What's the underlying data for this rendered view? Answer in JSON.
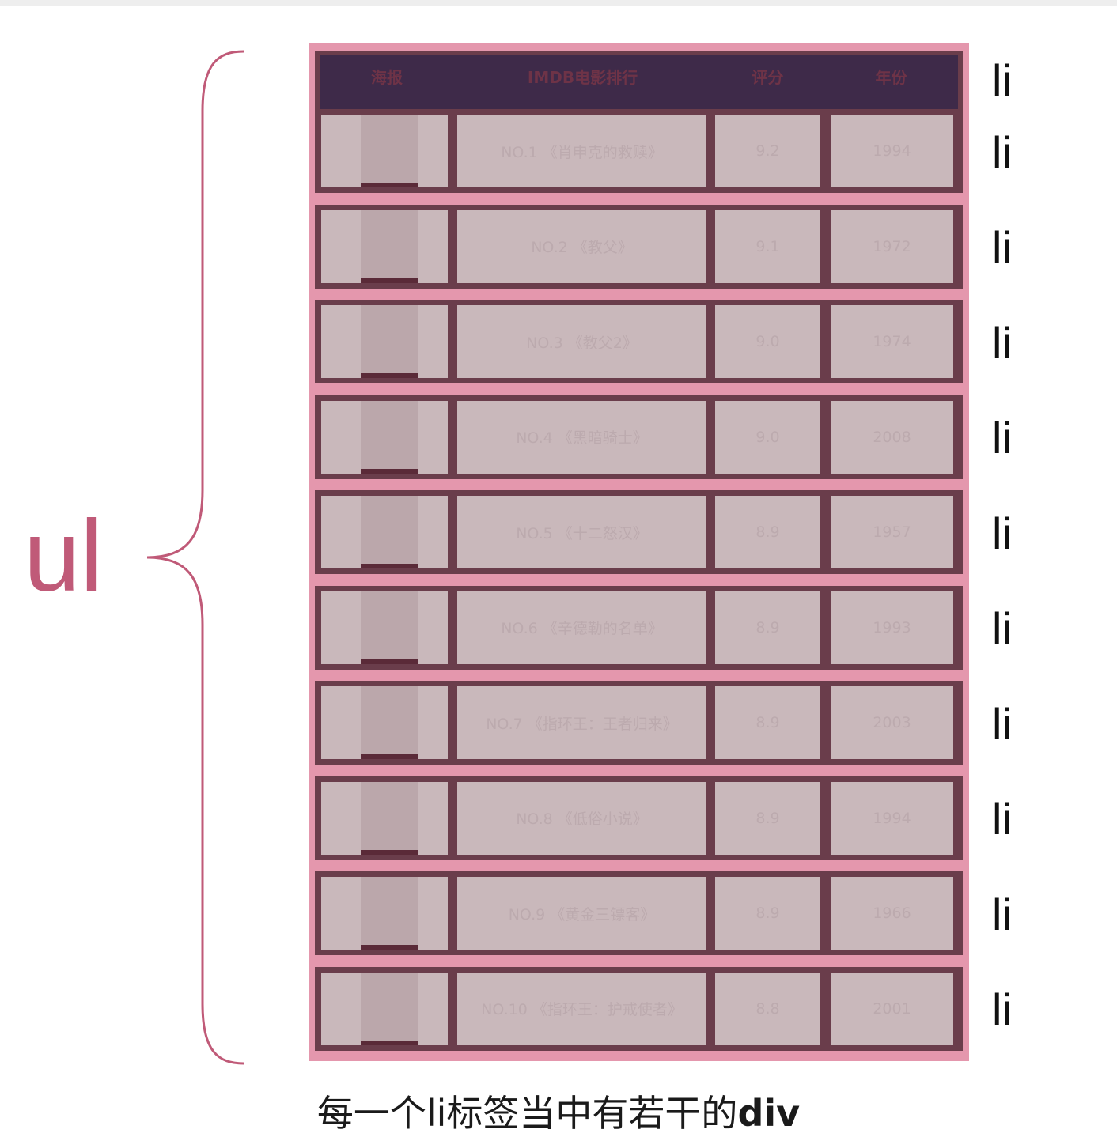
{
  "ul_label": "ul",
  "li_label": "li",
  "header": {
    "poster": "海报",
    "title": "IMDB电影排行",
    "score": "评分",
    "year": "年份"
  },
  "rows": [
    {
      "title": "NO.1 《肖申克的救赎》",
      "score": "9.2",
      "year": "1994"
    },
    {
      "title": "NO.2 《教父》",
      "score": "9.1",
      "year": "1972"
    },
    {
      "title": "NO.3 《教父2》",
      "score": "9.0",
      "year": "1974"
    },
    {
      "title": "NO.4 《黑暗骑士》",
      "score": "9.0",
      "year": "2008"
    },
    {
      "title": "NO.5 《十二怒汉》",
      "score": "8.9",
      "year": "1957"
    },
    {
      "title": "NO.6 《辛德勒的名单》",
      "score": "8.9",
      "year": "1993"
    },
    {
      "title": "NO.7 《指环王：王者归来》",
      "score": "8.9",
      "year": "2003"
    },
    {
      "title": "NO.8 《低俗小说》",
      "score": "8.9",
      "year": "1994"
    },
    {
      "title": "NO.9 《黄金三镖客》",
      "score": "8.9",
      "year": "1966"
    },
    {
      "title": "NO.10 《指环王：护戒使者》",
      "score": "8.8",
      "year": "2001"
    }
  ],
  "caption": {
    "text": "每一个li标签当中有若干的",
    "bold": "div"
  },
  "colors": {
    "accent": "#c05a78",
    "ul_fill": "#e497ad",
    "li_border": "#6a3d4b",
    "header_fill": "#3e2a49",
    "cell_fill": "#c9b8bb"
  }
}
